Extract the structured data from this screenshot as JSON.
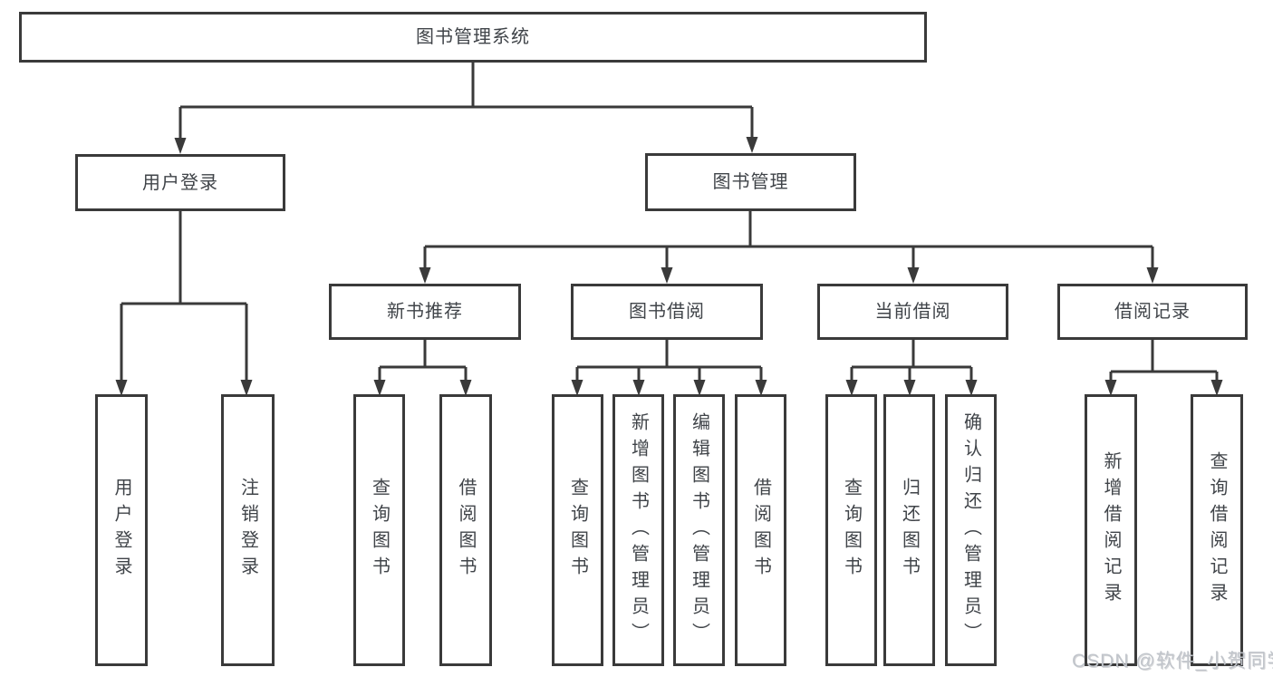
{
  "diagram": {
    "title": "图书管理系统",
    "watermark": "CSDN @软件_小贺同学",
    "colors": {
      "line": "#3a3a3a",
      "box_border": "#3a3a3a",
      "box_background": "#ffffff",
      "text": "#404449",
      "watermark": "#c1c5cb"
    },
    "nodes": [
      {
        "id": "root",
        "label": "图书管理系统",
        "parent": null
      },
      {
        "id": "user-login",
        "label": "用户登录",
        "parent": "root"
      },
      {
        "id": "book-mgmt",
        "label": "图书管理",
        "parent": "root"
      },
      {
        "id": "new-book-recommend",
        "label": "新书推荐",
        "parent": "book-mgmt"
      },
      {
        "id": "book-borrow",
        "label": "图书借阅",
        "parent": "book-mgmt"
      },
      {
        "id": "current-borrow",
        "label": "当前借阅",
        "parent": "book-mgmt"
      },
      {
        "id": "borrow-record",
        "label": "借阅记录",
        "parent": "book-mgmt"
      },
      {
        "id": "leaf-user-login",
        "label": "用户登录",
        "parent": "user-login"
      },
      {
        "id": "leaf-logout",
        "label": "注销登录",
        "parent": "user-login"
      },
      {
        "id": "leaf-query-book-1",
        "label": "查询图书",
        "parent": "new-book-recommend"
      },
      {
        "id": "leaf-borrow-book-1",
        "label": "借阅图书",
        "parent": "new-book-recommend"
      },
      {
        "id": "leaf-query-book-2",
        "label": "查询图书",
        "parent": "book-borrow"
      },
      {
        "id": "leaf-add-book",
        "label": "新增图书（管理员）",
        "parent": "book-borrow"
      },
      {
        "id": "leaf-edit-book",
        "label": "编辑图书（管理员）",
        "parent": "book-borrow"
      },
      {
        "id": "leaf-borrow-book-2",
        "label": "借阅图书",
        "parent": "book-borrow"
      },
      {
        "id": "leaf-query-book-3",
        "label": "查询图书",
        "parent": "current-borrow"
      },
      {
        "id": "leaf-return-book",
        "label": "归还图书",
        "parent": "current-borrow"
      },
      {
        "id": "leaf-confirm-return",
        "label": "确认归还（管理员）",
        "parent": "current-borrow"
      },
      {
        "id": "leaf-add-borrow-record",
        "label": "新增借阅记录",
        "parent": "borrow-record"
      },
      {
        "id": "leaf-query-borrow-record",
        "label": "查询借阅记录",
        "parent": "borrow-record"
      }
    ]
  }
}
